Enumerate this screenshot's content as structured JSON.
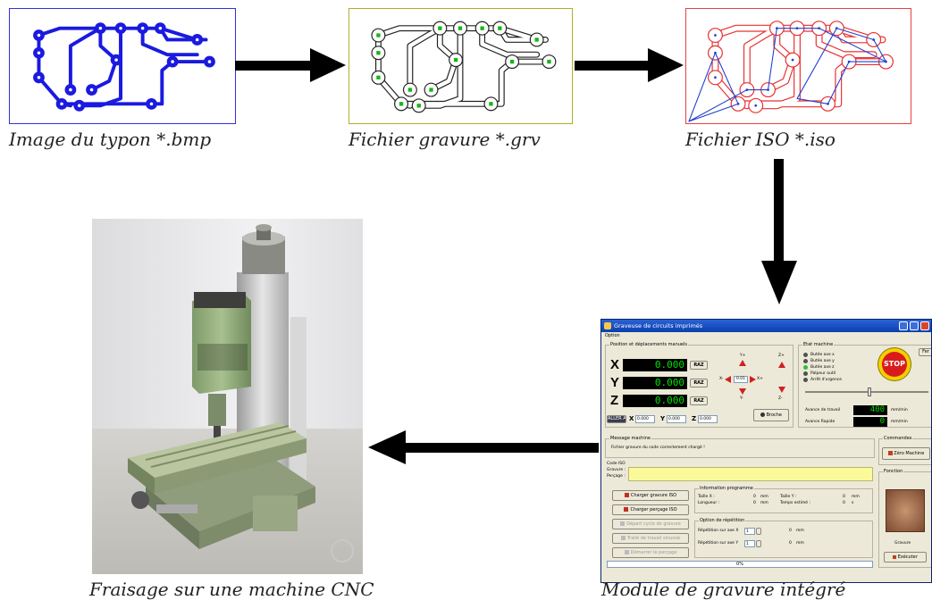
{
  "captions": {
    "bmp": "Image du typon *.bmp",
    "grv": "Fichier gravure *.grv",
    "iso": "Fichier ISO *.iso",
    "cnc": "Fraisage sur une machine CNC",
    "module": "Module de gravure intégré"
  },
  "colors": {
    "bmp_trace": "#1a1ae0",
    "grv_trace": "#222222",
    "grv_pad": "#18b418",
    "iso_contour": "#e83030",
    "iso_path": "#2040d0",
    "arrow": "#000000"
  },
  "software": {
    "title": "Graveuse de circuits imprimés",
    "menu": "Option",
    "position_group": "Position et déplacements manuels",
    "axes": [
      {
        "letter": "X",
        "value": "0.000",
        "raz": "RAZ"
      },
      {
        "letter": "Y",
        "value": "0.000",
        "raz": "RAZ"
      },
      {
        "letter": "Z",
        "value": "0.000",
        "raz": "RAZ"
      }
    ],
    "jog": {
      "y_plus": "Y+",
      "y_minus": "Y-",
      "x_minus": "X-",
      "x_plus": "X+",
      "z_plus": "Z+",
      "z_minus": "Z-",
      "step": "0.01"
    },
    "goto_button": "ALLER A",
    "goto_fields": {
      "x_label": "X",
      "x_value": "0.000",
      "y_label": "Y",
      "y_value": "0.000",
      "z_label": "Z",
      "z_value": "0.000"
    },
    "broche_button": "Broche",
    "etat_group": "Etat machine",
    "etat_items": [
      "Butée axe x",
      "Butée axe y",
      "Butée axe z",
      "Palpeur outil",
      "Arrêt d'urgence"
    ],
    "stop_label": "STOP",
    "fermer_label": "Fer",
    "avance_travail_label": "Avance de travail",
    "avance_travail_value": "400",
    "avance_rapide_label": "Avance Rapide",
    "avance_rapide_value": "0",
    "unit": "mm/min",
    "message_group": "Message machine",
    "message_text": "Fichier gravure du code correctement chargé !",
    "code_iso_label": "Code ISO",
    "gravure_label": "Gravure :",
    "percage_label": "Perçage :",
    "buttons": [
      "Charger gravure ISO",
      "Charger perçage ISO",
      "Départ cycle de gravure",
      "Trailé de travail sinuosé",
      "Démarrer le perçage"
    ],
    "info_group": "Information programme",
    "info_rows": [
      {
        "label": "Taille X :",
        "value": "0",
        "unit": "mm",
        "label2": "Taille Y :",
        "value2": "0",
        "unit2": "mm"
      },
      {
        "label": "Longueur :",
        "value": "0",
        "unit": "mm",
        "label2": "Temps estimé :",
        "value2": "0",
        "unit2": "s"
      }
    ],
    "repetition_group": "Option de répétition",
    "repetition_rows": [
      {
        "label": "Répétition sur axe X",
        "count": "1",
        "value": "0",
        "unit": "mm"
      },
      {
        "label": "Répétition sur axe Y",
        "count": "1",
        "value": "0",
        "unit": "mm"
      }
    ],
    "progress_text": "0%",
    "commandes_group": "Commandes",
    "zero_machine_button": "Zéro Machine",
    "fonction_group": "Fonction",
    "fonction_caption": "Gravure",
    "execute_button": "Exécuter"
  }
}
